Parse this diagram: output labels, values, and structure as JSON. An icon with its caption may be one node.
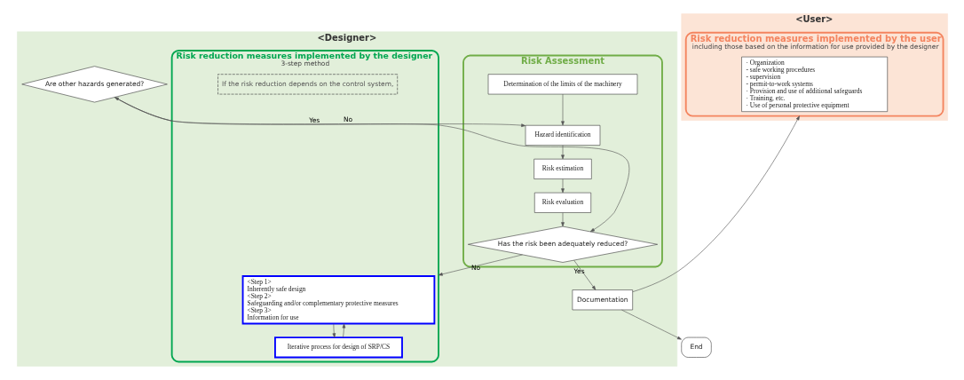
{
  "diagram": {
    "nodes": [
      {
        "text": [
          "<Designer>"
        ]
      },
      {
        "text": [
          "Risk Assessment"
        ],
        "in": 0
      },
      {
        "text": [
          "Determination of the limits of the machinery"
        ],
        "in": 1
      },
      {
        "text": [
          "Hazard identification"
        ],
        "in": 1
      },
      {
        "text": [
          "Risk estimation"
        ],
        "in": 1
      },
      {
        "text": [
          "Risk evaluation"
        ],
        "in": 1
      },
      {
        "text": [
          "Has the risk been adequately reduced?"
        ],
        "in": 1
      },
      {
        "text": [
          "Documentation"
        ],
        "in": 0
      },
      {
        "text": [
          "End"
        ]
      },
      {
        "text": [
          "Are other hazards generated?"
        ],
        "in": 0
      },
      {
        "text": [
          "Risk reduction measures implemented by the designer",
          "3-step method"
        ],
        "in": 0
      },
      {
        "text": [
          "<Step 1>",
          "Inherently safe design",
          "<Step 2>",
          "Safeguarding and/or complementary protective measures",
          "<Step 3>",
          "Information for use"
        ],
        "in": 10
      },
      {
        "text": [
          "If the risk reduction depends on the control system,"
        ],
        "in": 10
      },
      {
        "text": [
          "Iterative process for design of SRP/CS"
        ],
        "in": 10
      },
      {
        "text": [
          "<User>"
        ]
      },
      {
        "text": [
          "Risk reduction measures implemented by the user",
          "including those based on the information for use provided by the designer"
        ],
        "in": 14
      },
      {
        "text": [
          "· Organization",
          "- safe working procedures",
          "- supervision",
          "- permit-to-work systems",
          "· Provision and use of additional safeguards",
          "· Training, etc.",
          "· Use of personal protective equipment"
        ],
        "in": 15
      }
    ],
    "edges": [
      {
        "from": 2,
        "to": 3,
        "arrow": "to"
      },
      {
        "from": 3,
        "to": 4,
        "arrow": "to"
      },
      {
        "from": 4,
        "to": 5,
        "arrow": "to"
      },
      {
        "from": 5,
        "to": 6,
        "arrow": "to"
      },
      {
        "from": 6,
        "to": 7,
        "arrow": "to",
        "label": "Yes"
      },
      {
        "from": 6,
        "to": 10,
        "arrow": "to",
        "label": "No"
      },
      {
        "from": 10,
        "to": 9,
        "arrow": "to"
      },
      {
        "from": 9,
        "to": 3,
        "arrow": "to",
        "label": "Yes"
      },
      {
        "from": 9,
        "to": 6,
        "arrow": "to",
        "label": "No"
      },
      {
        "from": 11,
        "to": 13,
        "arrow": "to"
      },
      {
        "from": 13,
        "to": 11,
        "arrow": "to"
      },
      {
        "from": 7,
        "to": 8,
        "arrow": "to"
      },
      {
        "from": 7,
        "to": 15,
        "arrow": "to"
      }
    ]
  }
}
